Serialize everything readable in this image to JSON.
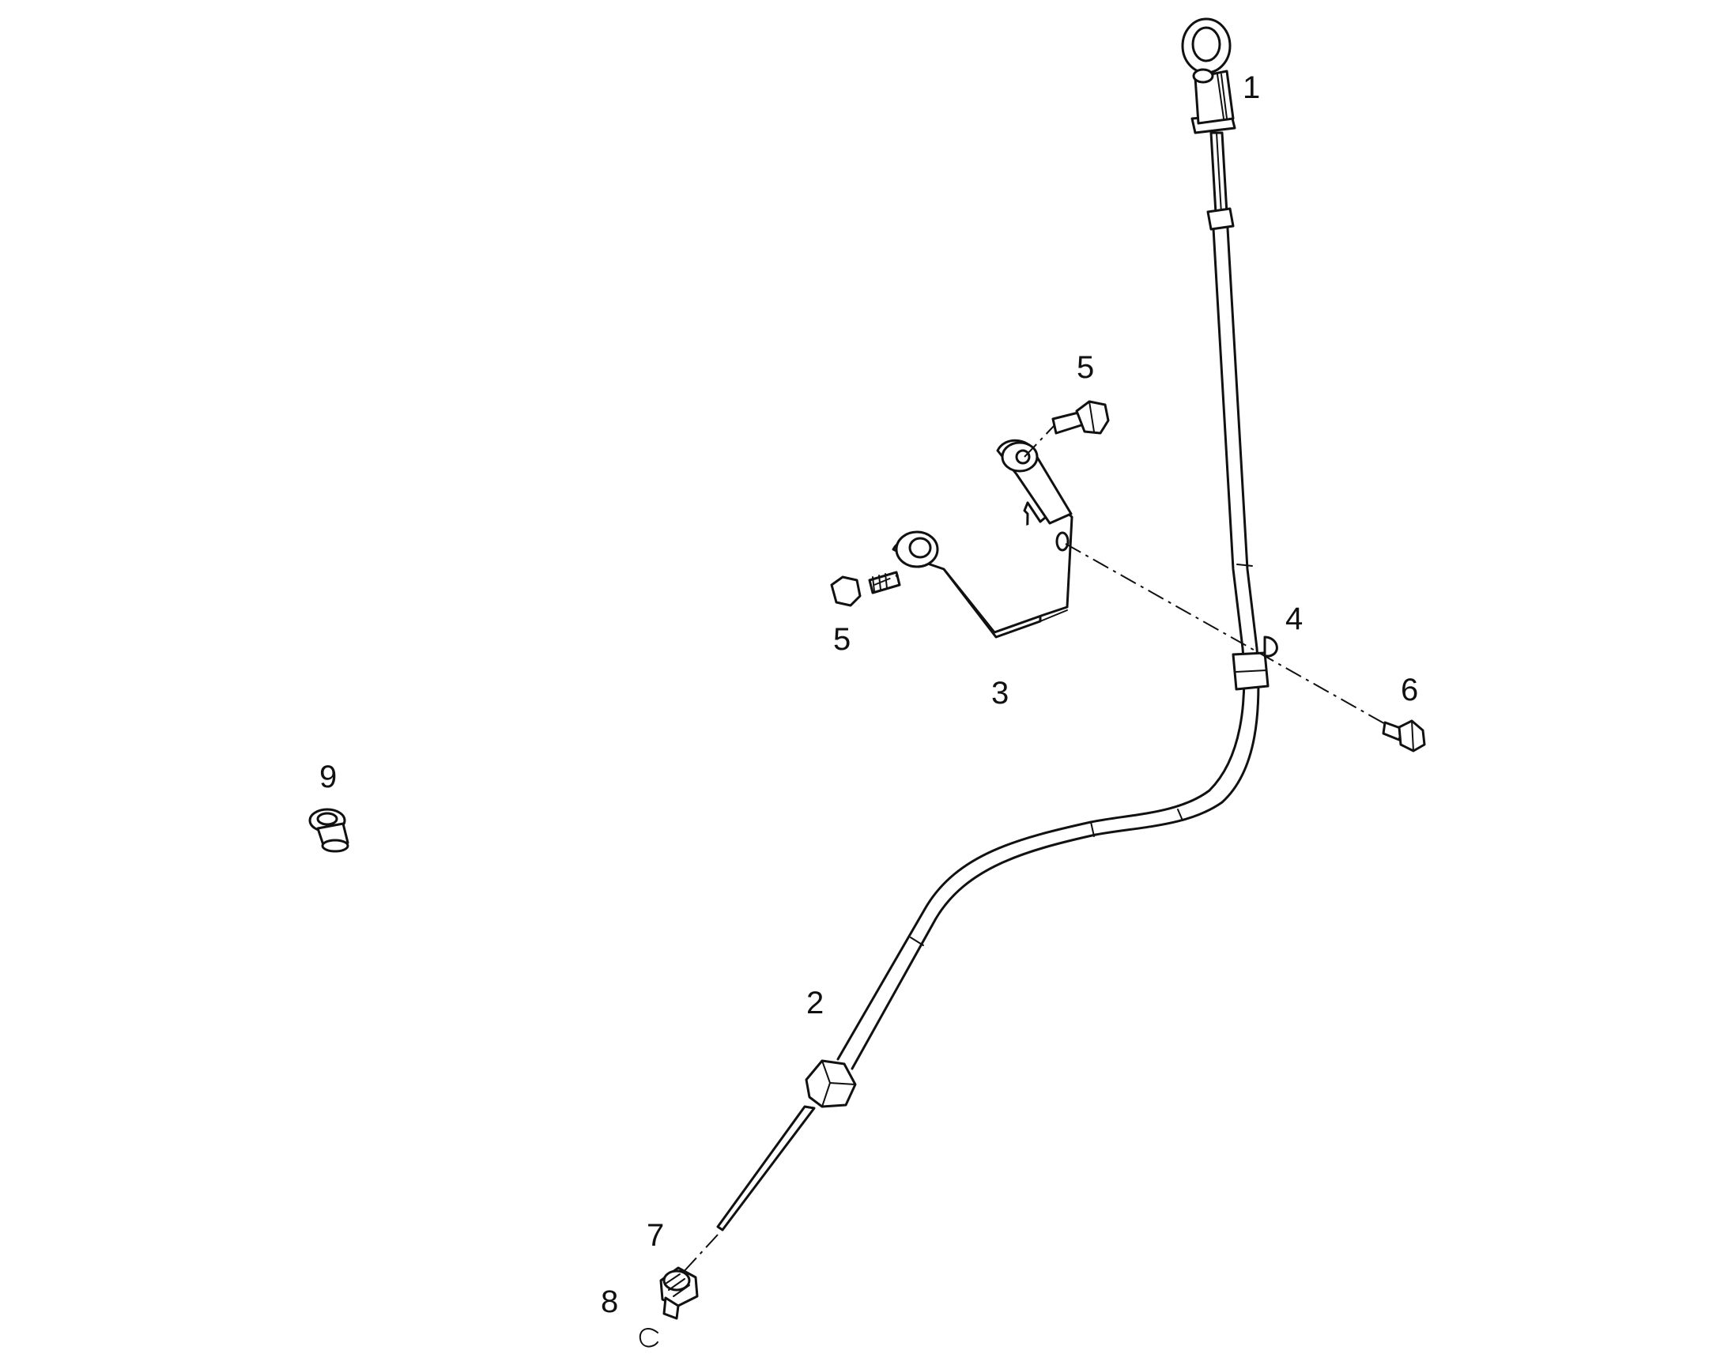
{
  "callouts": {
    "c1": "1",
    "c2": "2",
    "c3": "3",
    "c4": "4",
    "c5a": "5",
    "c5b": "5",
    "c6": "6",
    "c7": "7",
    "c8": "8",
    "c9": "9"
  },
  "colors": {
    "line": "#111111",
    "background": "#ffffff"
  }
}
